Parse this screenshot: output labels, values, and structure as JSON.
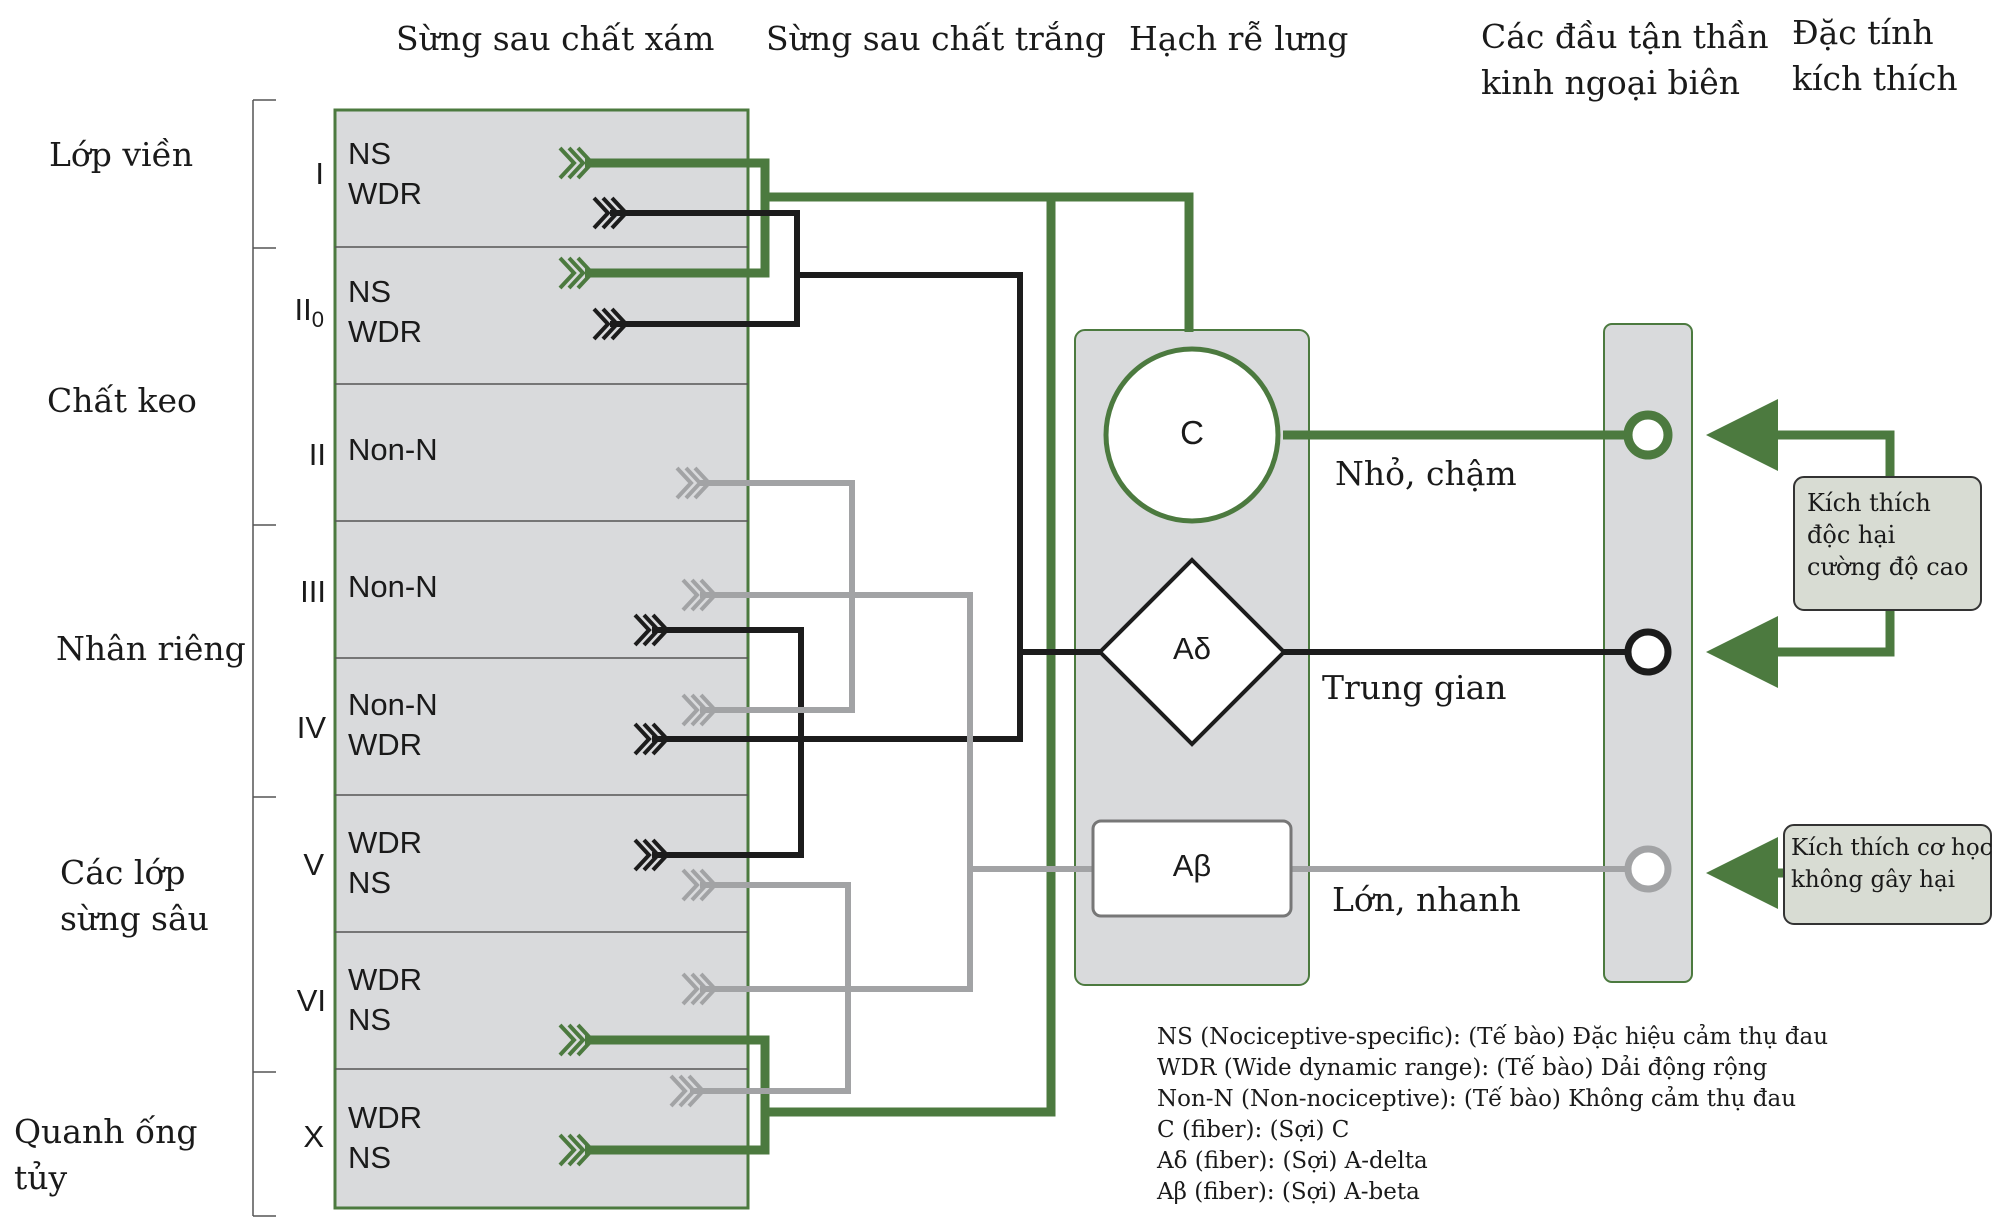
{
  "headers": {
    "gray_matter": "Sừng sau chất xám",
    "white_matter": "Sừng sau chất trắng",
    "ganglion": "Hạch rễ lưng",
    "nerve_endings": "Các đầu tận thần\nkinh ngoại biên",
    "stimulus": "Đặc tính\nkích thích"
  },
  "regions": {
    "marginal": "Lớp viền",
    "gelatinosa": "Chất keo",
    "nucleus_proprius": "Nhân riêng",
    "deep_laminae": "Các lớp\nsừng sâu",
    "periependymal": "Quanh ống\ntủy"
  },
  "laminae": [
    {
      "num": "I",
      "cells": "NS\nWDR"
    },
    {
      "num": "II",
      "sub": "0",
      "cells": "NS\nWDR"
    },
    {
      "num": "II",
      "cells": "Non-N"
    },
    {
      "num": "III",
      "cells": "Non-N"
    },
    {
      "num": "IV",
      "cells": "Non-N\nWDR"
    },
    {
      "num": "V",
      "cells": "WDR\nNS"
    },
    {
      "num": "VI",
      "cells": "WDR\nNS"
    },
    {
      "num": "X",
      "cells": "WDR\nNS"
    }
  ],
  "neurons": {
    "c": "C",
    "adelta": "Aδ",
    "abeta": "Aβ"
  },
  "fibers": {
    "c": "Nhỏ, chậm",
    "adelta": "Trung gian",
    "abeta": "Lớn, nhanh"
  },
  "stimuli": {
    "noxious": "Kích thích\nđộc hại\ncường độ cao",
    "innocuous": "Kích thích cơ học\nkhông gây hại"
  },
  "legend": [
    "NS (Nociceptive-specific): (Tế bào) Đặc hiệu cảm thụ đau",
    "WDR (Wide dynamic range): (Tế bào) Dải động rộng",
    "Non-N (Non-nociceptive): (Tế bào) Không cảm thụ đau",
    "C (fiber): (Sợi) C",
    "Aδ (fiber): (Sợi) A-delta",
    "Aβ (fiber): (Sợi) A-beta"
  ],
  "colors": {
    "green": "#4c7a3f",
    "black": "#1c1c1c",
    "gray": "#a2a3a5",
    "panel": "#d9dadc",
    "stim_box": "#d8dcd3"
  }
}
